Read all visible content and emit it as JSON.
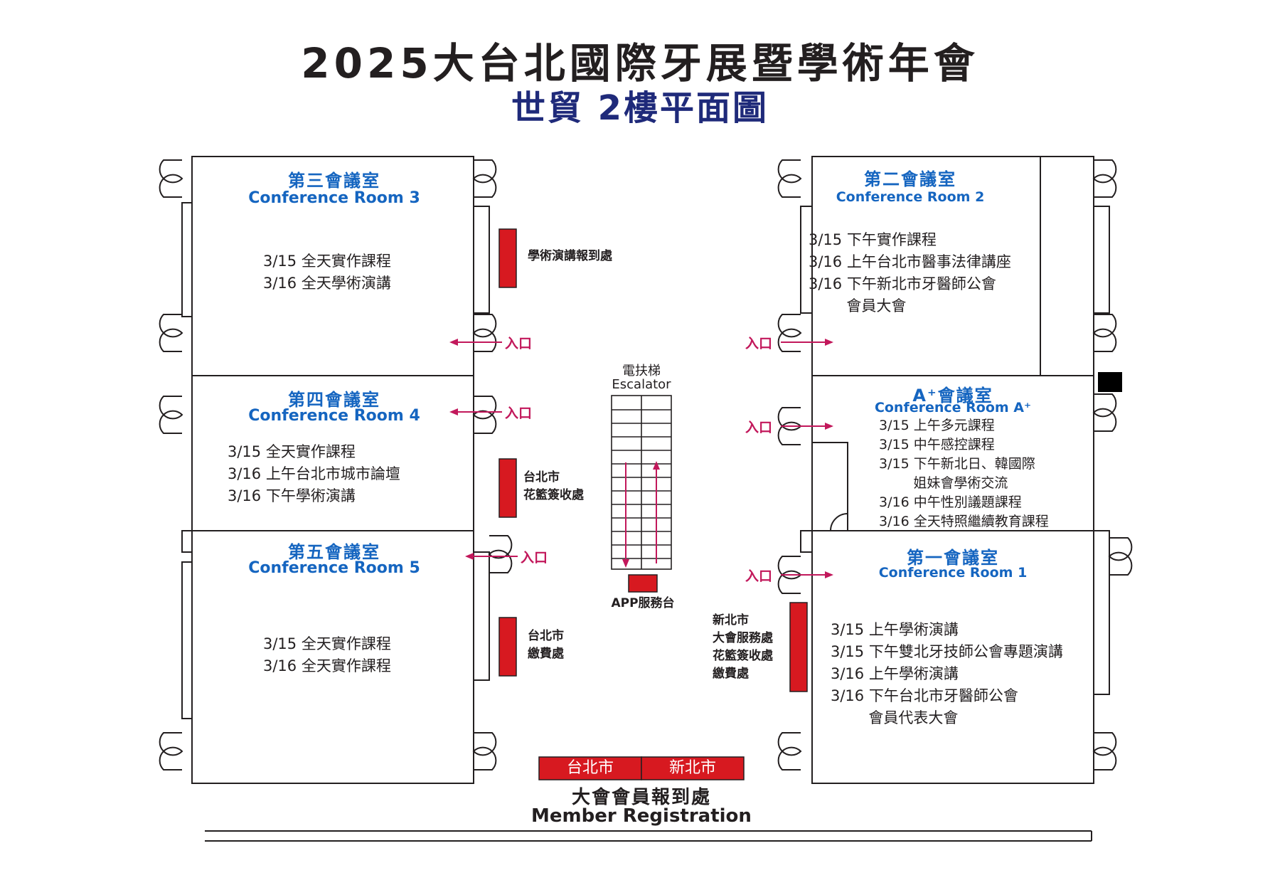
{
  "header": {
    "title": "2025大台北國際牙展暨學術年會",
    "subtitle": "世貿 2樓平面圖"
  },
  "rooms": {
    "room3": {
      "zh": "第三會議室",
      "en": "Conference Room 3",
      "schedule": "3/15 全天實作課程\n3/16 全天學術演講"
    },
    "room4": {
      "zh": "第四會議室",
      "en": "Conference Room 4",
      "schedule": "3/15 全天實作課程\n3/16 上午台北市城市論壇\n3/16 下午學術演講"
    },
    "room5": {
      "zh": "第五會議室",
      "en": "Conference Room 5",
      "schedule": "3/15 全天實作課程\n3/16 全天實作課程"
    },
    "room2": {
      "zh": "第二會議室",
      "en": "Conference Room 2",
      "schedule": "3/15 下午實作課程\n3/16 上午台北市醫事法律講座\n3/16 下午新北市牙醫師公會\n        會員大會"
    },
    "roomA": {
      "zh": "A⁺會議室",
      "en": "Conference Room A⁺",
      "schedule": "3/15 上午多元課程\n3/15 中午感控課程\n3/15 下午新北日、韓國際\n        姐妹會學術交流\n3/16 中午性別議題課程\n3/16 全天特照繼續教育課程"
    },
    "room1": {
      "zh": "第一會議室",
      "en": "Conference Room 1",
      "schedule": "3/15 上午學術演講\n3/15 下午雙北牙技師公會專題演講\n3/16 上午學術演講\n3/16 下午台北市牙醫師公會\n        會員代表大會"
    }
  },
  "desks": {
    "academic_checkin": "學術演講報到處",
    "taipei_flower": "台北市\n花籃簽收處",
    "taipei_payment": "台北市\n繳費處",
    "newtaipei_service": "新北市\n大會服務處\n花籃簽收處\n繳費處",
    "app_service": "APP服務台"
  },
  "entrance_label": "入口",
  "escalator": {
    "zh": "電扶梯",
    "en": "Escalator"
  },
  "registration": {
    "tab_left": "台北市",
    "tab_right": "新北市",
    "zh": "大會會員報到處",
    "en": "Member Registration"
  },
  "colors": {
    "room_title": "#1565c0",
    "title": "#231f20",
    "subtitle": "#1f2a7a",
    "desk_red": "#d71920",
    "entrance_arrow": "#c2185b"
  }
}
